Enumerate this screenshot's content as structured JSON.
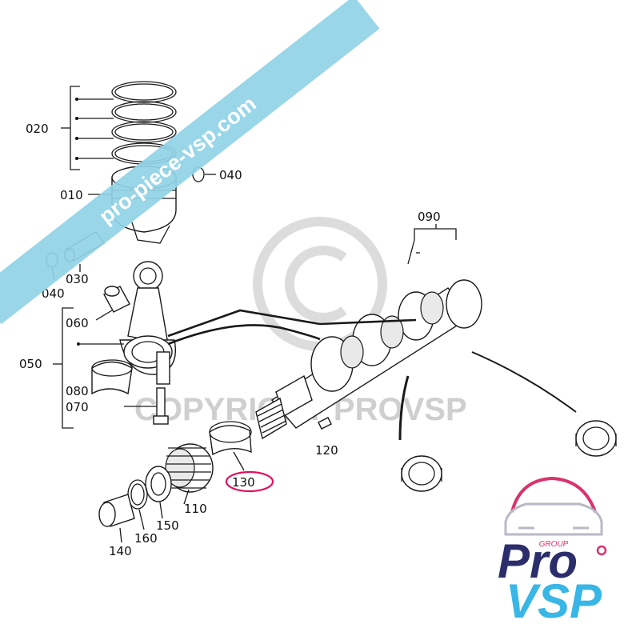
{
  "watermarks": {
    "banner_text": "pro-piece-vsp.com",
    "copyright_text": "COPYRIGHT PROVSP"
  },
  "callouts": {
    "p020": "020",
    "p010": "010",
    "p040_top": "040",
    "p040_left": "040",
    "p030": "030",
    "p060": "060",
    "p050": "050",
    "p080": "080",
    "p070": "070",
    "p090": "090",
    "p120": "120",
    "p130": "130",
    "p110": "110",
    "p150": "150",
    "p160": "160",
    "p140": "140"
  },
  "highlight": {
    "part": "130",
    "color": "#e0115f"
  },
  "logo": {
    "group": "GROUP",
    "pro": "Pro",
    "vsp": "VSP",
    "colors": {
      "car": "#d8336d",
      "pro": "#2c2e6b",
      "vsp": "#38b6e6"
    }
  },
  "colors": {
    "banner": "#8fd3e6",
    "line": "#1a1a1a"
  }
}
